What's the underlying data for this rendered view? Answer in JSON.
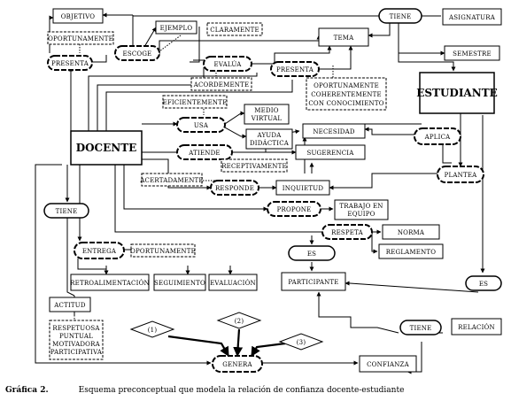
{
  "diagram": {
    "docente": "DOCENTE",
    "estudiante": "ESTUDIANTE",
    "objetivo": "OBJETIVO",
    "oportunamente_1": "OPORTUNAMENTE",
    "presenta_1": "PRESENTA",
    "escoge": "ESCOGE",
    "ejemplo": "EJEMPLO",
    "claramente": "CLARAMENTE",
    "tema": "TEMA",
    "tiene_1": "TIENE",
    "asignatura": "ASIGNATURA",
    "semestre": "SEMESTRE",
    "evalua": "EVALÚA",
    "acordemente": "ACORDEMENTE",
    "presenta_2": "PRESENTA",
    "oport_coherente": [
      "OPORTUNAMENTE",
      "COHERENTEMENTE",
      "CON CONOCIMIENTO"
    ],
    "eficientemente": "EFICIENTEMENTE",
    "usa": "USA",
    "medio_virtual": [
      "MEDIO",
      "VIRTUAL"
    ],
    "ayuda_didactica": [
      "AYUDA",
      "DIDÁCTICA"
    ],
    "necesidad": "NECESIDAD",
    "aplica": "APLICA",
    "atiende": "ATIENDE",
    "sugerencia": "SUGERENCIA",
    "receptivamente": "RECEPTIVAMENTE",
    "acertadamente": "ACERTADAMENTE",
    "responde": "RESPONDE",
    "inquietud": "INQUIETUD",
    "plantea": "PLANTEA",
    "tiene_2": "TIENE",
    "propone": "PROPONE",
    "trabajo_equipo": [
      "TRABAJO EN",
      "EQUIPO"
    ],
    "respeta": "RESPETA",
    "norma": "NORMA",
    "reglamento": "REGLAMENTO",
    "entrega": "ENTREGA",
    "oportunamente_2": "OPORTUNAMENTE",
    "es_1": "ES",
    "participante": "PARTICIPANTE",
    "es_2": "ES",
    "retroalimentacion": "RETROALIMENTACIÓN",
    "seguimiento": "SEGUIMIENTO",
    "evaluacion": "EVALUACIÓN",
    "actitud": "ACTITUD",
    "actitud_list": [
      "RESPETUOSA",
      "PUNTUAL",
      "MOTIVADORA",
      "PARTICIPATIVA"
    ],
    "d1": "(1)",
    "d2": "(2)",
    "d3": "(3)",
    "tiene_3": "TIENE",
    "relacion": "RELACIÓN",
    "genera": "GENERA",
    "confianza": "CONFIANZA"
  },
  "caption": {
    "label": "Gráfica 2.",
    "text": "Esquema preconceptual que modela la relación de confianza docente-estudiante"
  }
}
